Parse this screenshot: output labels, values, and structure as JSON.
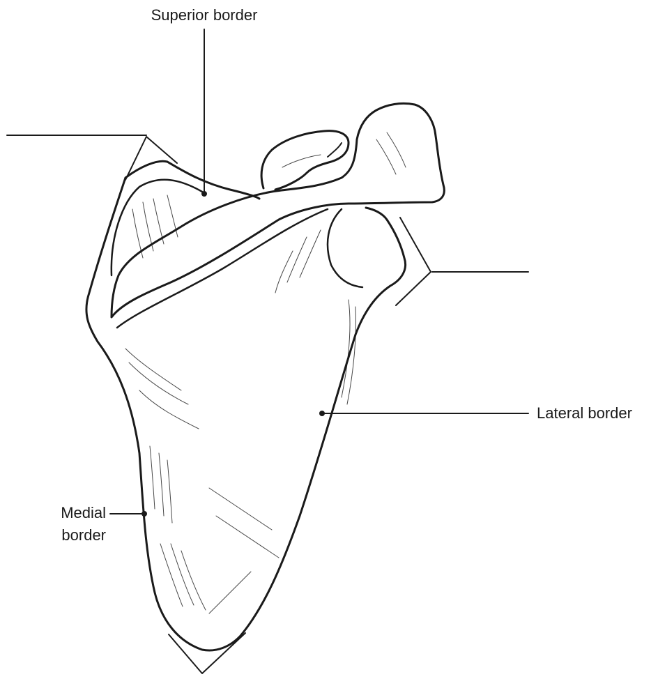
{
  "labels": {
    "superior_border": "Superior border",
    "lateral_border": "Lateral border",
    "medial_border_line1": "Medial",
    "medial_border_line2": "border"
  },
  "colors": {
    "ink": "#1a1a1a",
    "background": "#ffffff"
  }
}
